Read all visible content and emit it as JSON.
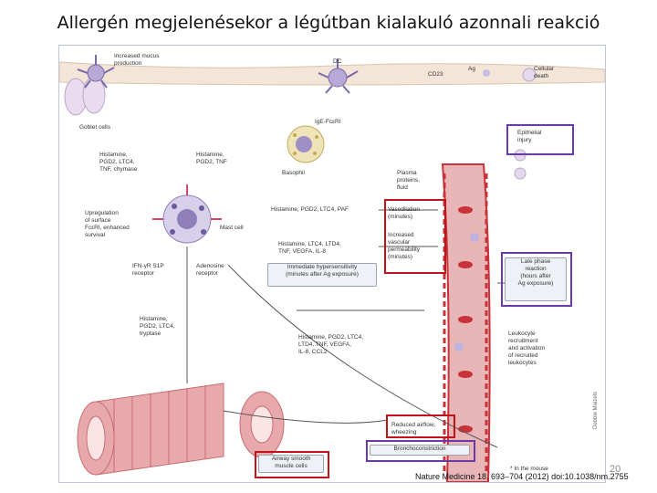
{
  "title": "Allergén megjelenésekor a légútban kialakuló azonnali reakció",
  "labels": {
    "increased_mucus": "Increased mucus\nproduction",
    "dc": "DC",
    "cd23": "CD23",
    "ag": "Ag",
    "cellular_death": "Cellular\ndeath",
    "goblet_cells": "Goblet cells",
    "ige_fc": "IgE-FcεRI",
    "histamine_left": "Histamine,\nPGD2, LTC4,\nTNF, chymase",
    "histamine_mid": "Histamine,\nPGD2, TNF",
    "basophil": "Basophil",
    "upregulation": "Upregulation\nof surface\nFcεRI, enhanced\nsurvival",
    "mast_cell": "Mast cell",
    "ifn_s1p": "IFN-γR   S1P\n            receptor",
    "adenosine": "Adenosine\nreceptor",
    "histamine_paf": "Histamine, PGD2, LTC4, PAF",
    "histamine_vegf": "Histamine, LTC4, LTD4,\nTNF, VEGFA, IL-8",
    "immediate": "Immediate hypersensitivity\n(minutes after Ag exposure)",
    "histamine_tryptase": "Histamine,\nPGD2, LTC4,\ntryptase",
    "histamine_ccl2": "Histamine, PGD2, LTC4,\nLTD4, TNF, VEGFA,\nIL-8, CCL2",
    "plasma_proteins": "Plasma\nproteins,\nfluid",
    "vasodilation": "Vasodilation\n(minutes)",
    "vascular_perm": "Increased\nvascular\npermeability\n(minutes)",
    "epithelial": "Epithelial\ninjury",
    "late_phase": "Late phase\nreaction\n(hours after\nAg exposure)",
    "leukocyte": "Leukocyte\nrecruitment\nand activation\nof recruited\nleukocytes",
    "reduced_airflow": "Reduced airflow,\nwheezing",
    "bronchoconstriction": "Bronchoconstriction",
    "airway_smooth": "Airway smooth\nmuscle cells",
    "in_the_mouse": "* In the mouse",
    "credit": "Debbie Maizels"
  },
  "citation": "Nature Medicine 18, 693–704 (2012) doi:10.1038/nm.2755",
  "page_number": "20",
  "colors": {
    "highlight_red": "#c0121b",
    "highlight_purple": "#6a3aa8",
    "vessel": "#c8323a",
    "airway": "#d9848a",
    "cells": "#8f7fb8"
  }
}
